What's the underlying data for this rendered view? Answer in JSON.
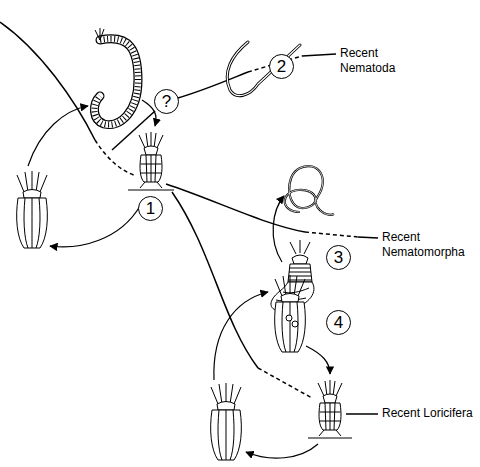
{
  "diagram": {
    "nodes": [
      {
        "text": [
          "2"
        ]
      },
      {
        "text": [
          "?"
        ]
      },
      {
        "text": [
          "1"
        ]
      },
      {
        "text": [
          "3"
        ]
      },
      {
        "text": [
          "4"
        ]
      }
    ],
    "labels": [
      "Recent Nematoda",
      "Recent Nematomorpha",
      "Recent Loricifera"
    ]
  }
}
